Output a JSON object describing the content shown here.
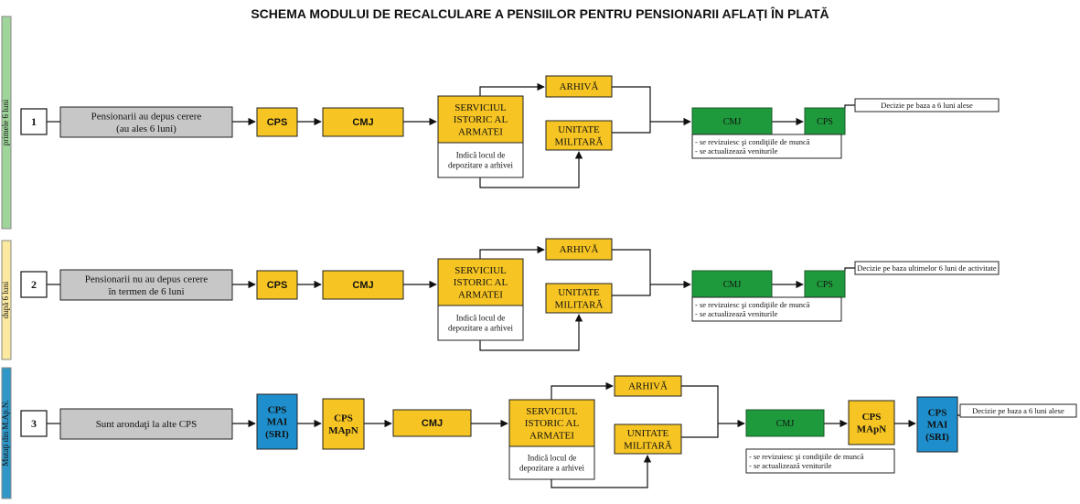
{
  "title": "SCHEMA MODULUI DE RECALCULARE A PENSIILOR PENTRU PENSIONARII AFLAȚI ÎN PLATĂ",
  "colors": {
    "green_side": "#9fd49a",
    "yellow_side": "#fbe9a0",
    "blue_side": "#2f97c8",
    "gray_box": "#c7c7c7",
    "yellow_box": "#f7c523",
    "green_box": "#1e9a3c",
    "blue_box": "#1e8fcc"
  },
  "rows": [
    {
      "side_label": "primele 6 luni",
      "number": "1",
      "description": [
        "Pensionarii au depus cerere",
        "(au ales 6 luni)"
      ],
      "cps": "CPS",
      "cmj": "CMJ",
      "serviciu": [
        "SERVICIUL",
        "ISTORIC AL",
        "ARMATEI"
      ],
      "note": [
        "Indică locul de",
        "depozitare a arhivei"
      ],
      "arhiva": "ARHIVĂ",
      "unitate": [
        "UNITATE",
        "MILITARĂ"
      ],
      "cmj_final": "CMJ",
      "cps_final": "CPS",
      "revision": [
        "- se revizuiesc şi condiţiile de muncă",
        "- se actualizează veniturile"
      ],
      "decision": "Decizie pe baza a 6 luni alese"
    },
    {
      "side_label": "după 6 luni",
      "number": "2",
      "description": [
        "Pensionarii nu au depus cerere",
        "în termen de 6 luni"
      ],
      "cps": "CPS",
      "cmj": "CMJ",
      "serviciu": [
        "SERVICIUL",
        "ISTORIC AL",
        "ARMATEI"
      ],
      "note": [
        "Indică locul de",
        "depozitare a arhivei"
      ],
      "arhiva": "ARHIVĂ",
      "unitate": [
        "UNITATE",
        "MILITARĂ"
      ],
      "cmj_final": "CMJ",
      "cps_final": "CPS",
      "revision": [
        "- se revizuiesc şi condiţiile de muncă",
        "- se actualizează veniturile"
      ],
      "decision": "Decizie pe baza ultimelor 6 luni de activitate"
    },
    {
      "side_label": "Mutaţi din M.Ap.N.",
      "number": "3",
      "description": [
        "Sunt arondaţi la alte CPS"
      ],
      "cps_mai": [
        "CPS",
        "MAI",
        "(SRI)"
      ],
      "cps_mapn": [
        "CPS",
        "MApN"
      ],
      "cmj": "CMJ",
      "serviciu": [
        "SERVICIUL",
        "ISTORIC AL",
        "ARMATEI"
      ],
      "note": [
        "Indică locul de",
        "depozitare a arhivei"
      ],
      "arhiva": "ARHIVĂ",
      "unitate": [
        "UNITATE",
        "MILITARĂ"
      ],
      "cmj_final": "CMJ",
      "cps_mapn_final": [
        "CPS",
        "MApN"
      ],
      "cps_mai_final": [
        "CPS",
        "MAI",
        "(SRI)"
      ],
      "revision": [
        "- se revizuiesc şi condiţiile de muncă",
        "- se actualizează veniturile"
      ],
      "decision": "Decizie pe baza a 6 luni alese"
    }
  ]
}
